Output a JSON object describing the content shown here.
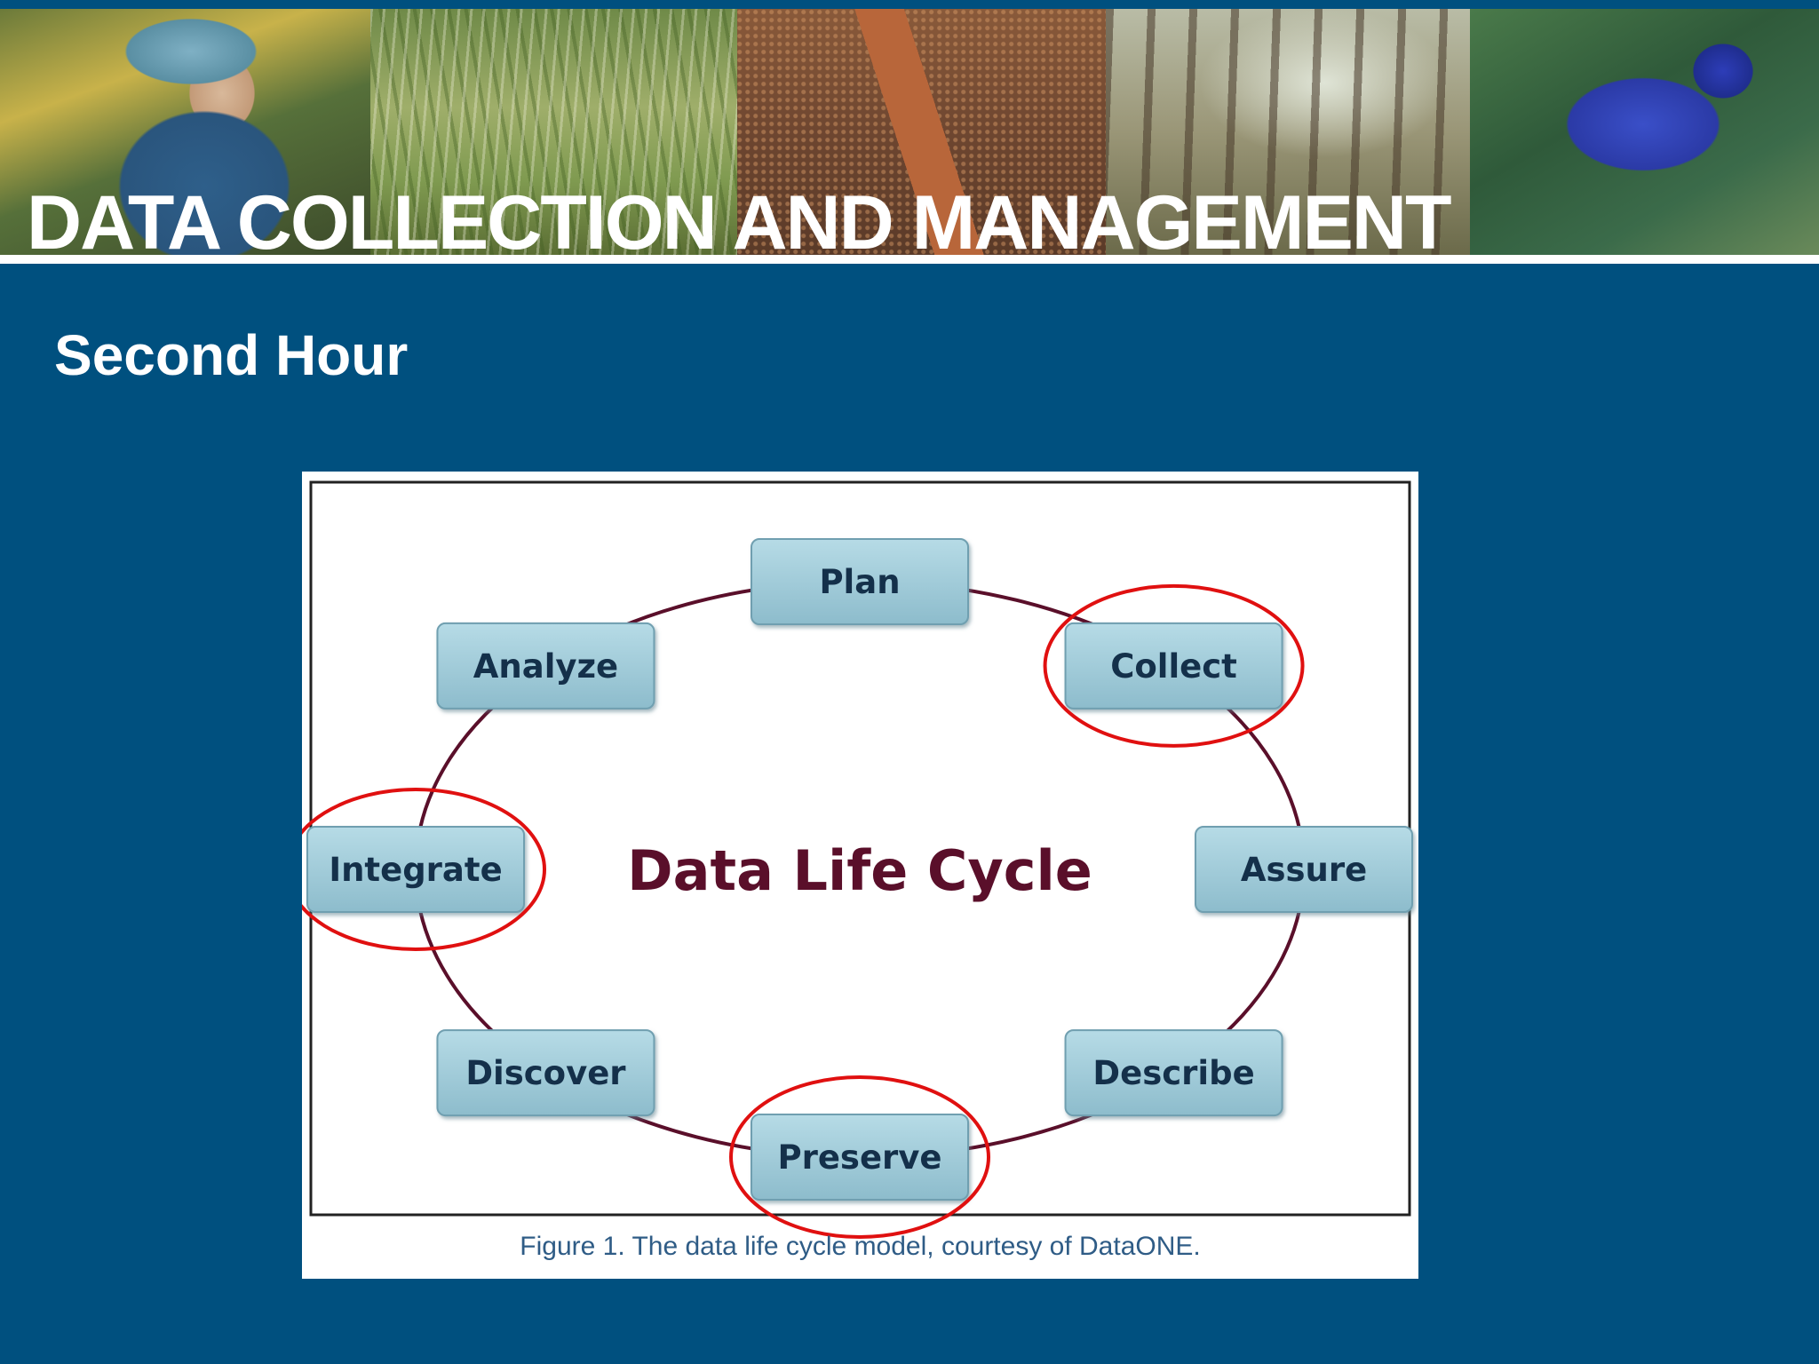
{
  "header": {
    "title": "DATA COLLECTION AND MANAGEMENT"
  },
  "slide": {
    "subtitle": "Second Hour"
  },
  "figure": {
    "center_label": "Data Life Cycle",
    "caption": "Figure 1. The data life cycle model, courtesy of DataONE.",
    "stages": [
      {
        "label": "Plan",
        "highlighted": false
      },
      {
        "label": "Collect",
        "highlighted": true
      },
      {
        "label": "Assure",
        "highlighted": false
      },
      {
        "label": "Describe",
        "highlighted": false
      },
      {
        "label": "Preserve",
        "highlighted": true
      },
      {
        "label": "Discover",
        "highlighted": false
      },
      {
        "label": "Integrate",
        "highlighted": true
      },
      {
        "label": "Analyze",
        "highlighted": false
      }
    ],
    "colors": {
      "box_fill": "#9fcbd9",
      "box_stroke": "#6f9fb0",
      "box_text": "#14304a",
      "cycle_line": "#5a0f2a",
      "center_text": "#5a0f2a",
      "highlight": "#e01010"
    }
  }
}
